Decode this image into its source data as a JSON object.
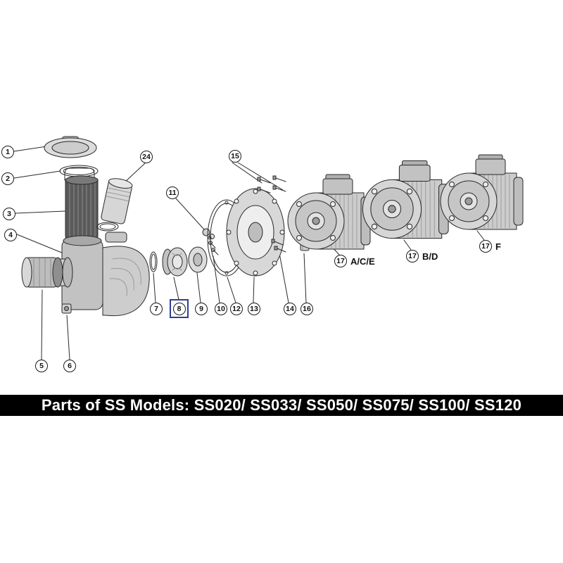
{
  "banner": {
    "text": "Parts of SS Models: SS020/ SS033/ SS050/ SS075/ SS100/ SS120",
    "bg": "#000000",
    "fg": "#ffffff"
  },
  "highlight": {
    "color": "#2e3d9b",
    "highlighted_part": "8"
  },
  "callouts": [
    {
      "label": "1"
    },
    {
      "label": "2"
    },
    {
      "label": "3"
    },
    {
      "label": "4"
    },
    {
      "label": "24"
    },
    {
      "label": "15"
    },
    {
      "label": "11"
    },
    {
      "label": "5"
    },
    {
      "label": "6"
    },
    {
      "label": "7"
    },
    {
      "label": "8"
    },
    {
      "label": "9"
    },
    {
      "label": "10"
    },
    {
      "label": "12"
    },
    {
      "label": "13"
    },
    {
      "label": "14"
    },
    {
      "label": "16"
    },
    {
      "label": "17",
      "suffix": "A/C/E"
    },
    {
      "label": "17",
      "suffix": "B/D"
    },
    {
      "label": "17",
      "suffix": "F"
    }
  ]
}
